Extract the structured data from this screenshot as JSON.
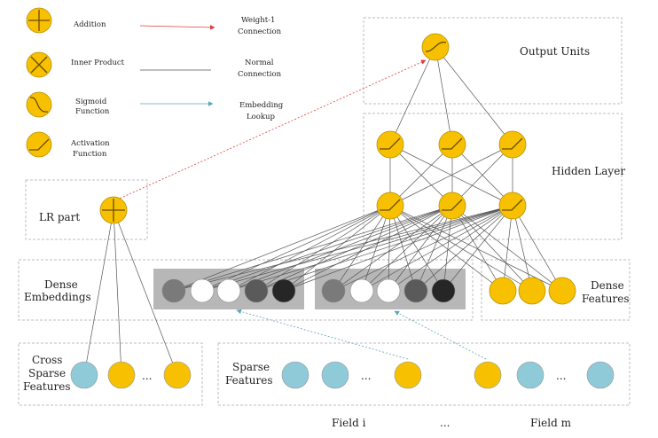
{
  "legend": {
    "addition": "Addition",
    "inner_product": "Inner Product",
    "sigmoid_line1": "Sigmoid",
    "sigmoid_line2": "Function",
    "activation_line1": "Activation",
    "activation_line2": "Function",
    "weight1_line1": "Weight-1",
    "weight1_line2": "Connection",
    "normal_line1": "Normal",
    "normal_line2": "Connection",
    "embedding_line1": "Embedding",
    "embedding_line2": "Lookup"
  },
  "labels": {
    "output_units": "Output Units",
    "hidden_layer": "Hidden Layer",
    "lr_part": "LR part",
    "dense_embeddings_line1": "Dense",
    "dense_embeddings_line2": "Embeddings",
    "dense_features_line1": "Dense",
    "dense_features_line2": "Features",
    "cross_sparse_line1": "Cross",
    "cross_sparse_line2": "Sparse",
    "cross_sparse_line3": "Features",
    "sparse_features_line1": "Sparse",
    "sparse_features_line2": "Features",
    "ellipsis": "...",
    "field_i": "Field i",
    "field_m": "Field m"
  },
  "colors": {
    "node": "#f7c000",
    "sparse_node": "#8fcad9",
    "embedding_panel": "#b7b7b7",
    "weight1_arrow": "#e23a3a",
    "embedding_arrow": "#5aa6b8"
  }
}
